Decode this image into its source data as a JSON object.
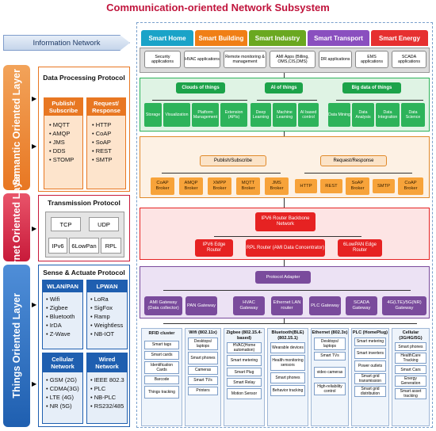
{
  "title": "Communication-oriented Network Subsystem",
  "info_network": "Information Network",
  "layers": {
    "semantic": "Semantic Oriented Layer",
    "internet": "Internet Oriented Layer",
    "things": "Things Oriented Layer"
  },
  "data_processing": {
    "title": "Data Processing Protocol",
    "pubsub_header": "Publish/ Subscribe",
    "reqres_header": "Request/ Response",
    "pubsub_items": [
      "MQTT",
      "AMQP",
      "JMS",
      "DDS",
      "STOMP"
    ],
    "reqres_items": [
      "HTTP",
      "CoAP",
      "SoAP",
      "REST",
      "SMTP"
    ]
  },
  "transmission": {
    "title": "Transmission Protocol",
    "items": [
      "TCP",
      "UDP",
      "IPv6",
      "6LowPan",
      "RPL"
    ]
  },
  "sense_actuate": {
    "title": "Sense & Actuate Protocol",
    "wlan_header": "WLAN/PAN",
    "lpwan_header": "LPWAN",
    "wlan_items": [
      "Wifi",
      "Zigbee",
      "Bluetooth",
      "IrDA",
      "Z-Wave"
    ],
    "lpwan_items": [
      "LoRa",
      "SigFox",
      "Ramp",
      "Weightless",
      "NB-IOT"
    ],
    "cellular_header": "Cellular Network",
    "wired_header": "Wired Network",
    "cellular_items": [
      "GSM (2G)",
      "CDMA(3G)",
      "LTE (4G)",
      "NR (5G)"
    ],
    "wired_items": [
      "IEEE 802.3",
      "PLC",
      "NB-PLC",
      "RS232/485"
    ]
  },
  "domains": [
    {
      "label": "Smart Home",
      "color": "#1aa3c8"
    },
    {
      "label": "Smart Building",
      "color": "#f07f16"
    },
    {
      "label": "Smart Industry",
      "color": "#6aa820"
    },
    {
      "label": "Smart Transport",
      "color": "#8a4fbf"
    },
    {
      "label": "Smart Energy",
      "color": "#e63030"
    }
  ],
  "applications": [
    "Security applications",
    "HVAC applications",
    "Remote monitoring & management",
    "AMI Apps (Billing, OMS,CIS,DMS)",
    "DR applications",
    "EMS applications",
    "SCADA applications"
  ],
  "semantic_groups": [
    "Clouds of things",
    "AI of things",
    "Big data of things"
  ],
  "semantic_boxes": [
    "Storage",
    "Visualization",
    "Platform Management",
    "Extension (APIs)",
    "Deep Learning",
    "Machine Learning",
    "AI based control",
    "Data Mining",
    "Data Analysis",
    "Data Integration",
    "Data Science"
  ],
  "messaging": {
    "pubsub": "Publish/Subscribe",
    "reqres": "Request/Response",
    "brokers": [
      "CoAP Broker",
      "AMQP Broker",
      "XMPP Broker",
      "MQTT Broker",
      "JMS Broker"
    ],
    "reqres_items": [
      "HTTP",
      "REST",
      "SoAP Broker",
      "SMTP",
      "CoAP Broker"
    ]
  },
  "routing": {
    "backbone": "IPV6 Router Backbone Network",
    "edges": [
      "IPV6 Edge Router",
      "RPL Router (AMI Data Concentrator)",
      "6LowPAN Edge Router"
    ]
  },
  "adapter": {
    "title": "Protocol Adapter",
    "gateways": [
      "AMI Gateway (Data collector)",
      "PAN Gateway",
      "HVAC Gateway",
      "Ethernet LAN router",
      "PLC Gateway",
      "SCADA Gateway",
      "4G(LTE)/5G(NR) Gateway"
    ]
  },
  "tech_columns": [
    {
      "title": "RFID cluster",
      "items": [
        "Smart tags",
        "Smart cards",
        "Identification Cards",
        "Barcode",
        "Things tracking"
      ]
    },
    {
      "title": "Wifi (802.11x)",
      "items": [
        "Desktops/ laptops",
        "Smart phones",
        "Cameras",
        "Smart TVs",
        "Printers"
      ]
    },
    {
      "title": "Zigbee (802.15.4-based)",
      "items": [
        "HVAC(Home automation)",
        "Smart metering",
        "Smart Plug",
        "Smart Relay",
        "Motion Sensor"
      ]
    },
    {
      "title": "Bluetooth(BLE) (802.15.1)",
      "items": [
        "Wearable devices",
        "Health monitoring sensors",
        "Smart phones",
        "Behavior tracking"
      ]
    },
    {
      "title": "Ethernet (802.3x)",
      "items": [
        "Desktops/ laptops",
        "Smart TVs",
        "video cameras",
        "High-reliability control"
      ]
    },
    {
      "title": "PLC (HomePlug)",
      "items": [
        "Smart metering",
        "Smart inverters",
        "Power outlets",
        "Smart grid transmission",
        "Smart grid distribution"
      ]
    },
    {
      "title": "Cellular (3G/4G/5G)",
      "items": [
        "Smart phones",
        "HealthCare Tracking",
        "Smart Cars",
        "Energy Generation",
        "Smart asset tracking"
      ]
    }
  ]
}
